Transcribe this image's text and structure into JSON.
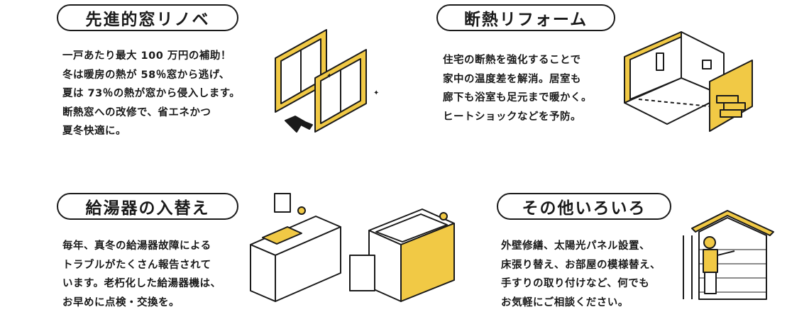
{
  "accent_color": "#f1c945",
  "sections": [
    {
      "title": "先進的窓リノベ",
      "lines": [
        "一戸あたり最大 100 万円の補助！",
        "冬は暖房の熱が 58％窓から逃げ、",
        "夏は 73％の熱が窓から侵入します。",
        "断熱窓への改修で、省エネかつ",
        "夏冬快適に。"
      ]
    },
    {
      "title": "断熱リフォーム",
      "lines": [
        "住宅の断熱を強化することで",
        "家中の温度差を解消。居室も",
        "廊下も浴室も足元まで暖かく。",
        "ヒートショックなどを予防。"
      ]
    },
    {
      "title": "給湯器の入替え",
      "lines": [
        "毎年、真冬の給湯器故障による",
        "トラブルがたくさん報告されて",
        "います。老朽化した給湯器機は、",
        "お早めに点検・交換を。"
      ]
    },
    {
      "title": "その他いろいろ",
      "lines": [
        "外壁修繕、太陽光パネル設置、",
        "床張り替え、お部屋の模様替え、",
        "手すりの取り付けなど、何でも",
        "お気軽にご相談ください。"
      ]
    }
  ]
}
